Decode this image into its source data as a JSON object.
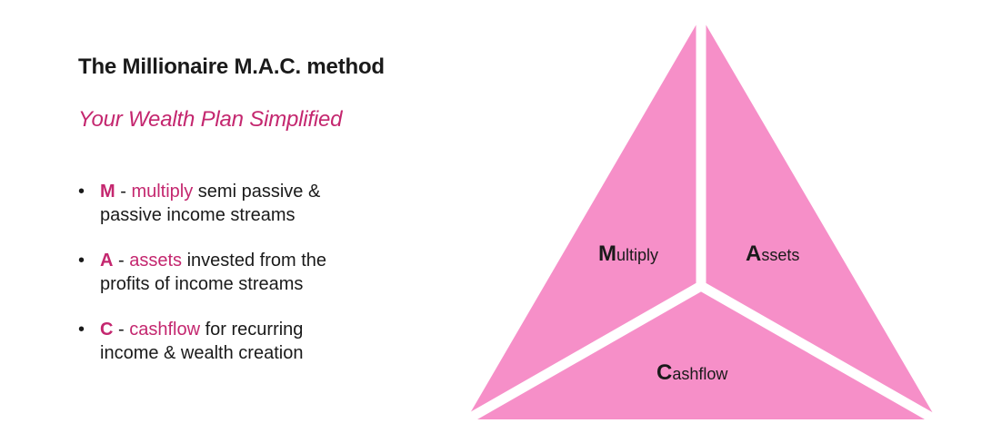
{
  "title": "The Millionaire M.A.C. method",
  "subtitle": "Your Wealth Plan Simplified",
  "bullets": [
    {
      "dot": "•",
      "letter": "M",
      "sep": " - ",
      "keyword": "multiply",
      "line1_rest": " semi passive &",
      "line2": "passive income streams"
    },
    {
      "dot": "•",
      "letter": "A",
      "sep": " - ",
      "keyword": "assets",
      "line1_rest": " invested from the",
      "line2": "profits of income streams"
    },
    {
      "dot": "•",
      "letter": "C",
      "sep": " - ",
      "keyword": "cashflow",
      "line1_rest": " for recurring",
      "line2": "income & wealth creation"
    }
  ],
  "diagram": {
    "segments": [
      {
        "initial": "M",
        "rest": "ultiply"
      },
      {
        "initial": "A",
        "rest": "ssets"
      },
      {
        "initial": "C",
        "rest": "ashflow"
      }
    ]
  },
  "colors": {
    "accent": "#c4276f",
    "segment_fill": "#f68fc8",
    "divider": "#ffffff",
    "text": "#1a1a1a"
  }
}
